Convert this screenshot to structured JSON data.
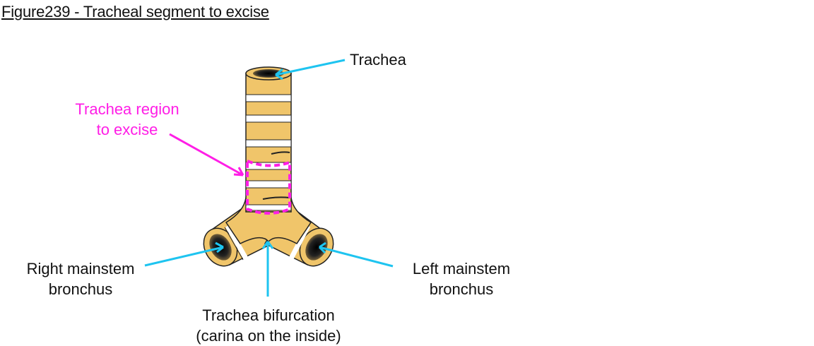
{
  "title": "Figure239 - Tracheal segment to excise",
  "labels": {
    "trachea": "Trachea",
    "excise_line1": "Trachea region",
    "excise_line2": "to excise",
    "right_line1": "Right mainstem",
    "right_line2": "bronchus",
    "left_line1": "Left mainstem",
    "left_line2": "bronchus",
    "bifurcation_line1": "Trachea bifurcation",
    "bifurcation_line2": "(carina on the inside)"
  },
  "colors": {
    "arrow": "#1ec4f0",
    "highlight": "#ff1ee6",
    "tissue": "#f0c56a",
    "ring": "#ffffff"
  }
}
